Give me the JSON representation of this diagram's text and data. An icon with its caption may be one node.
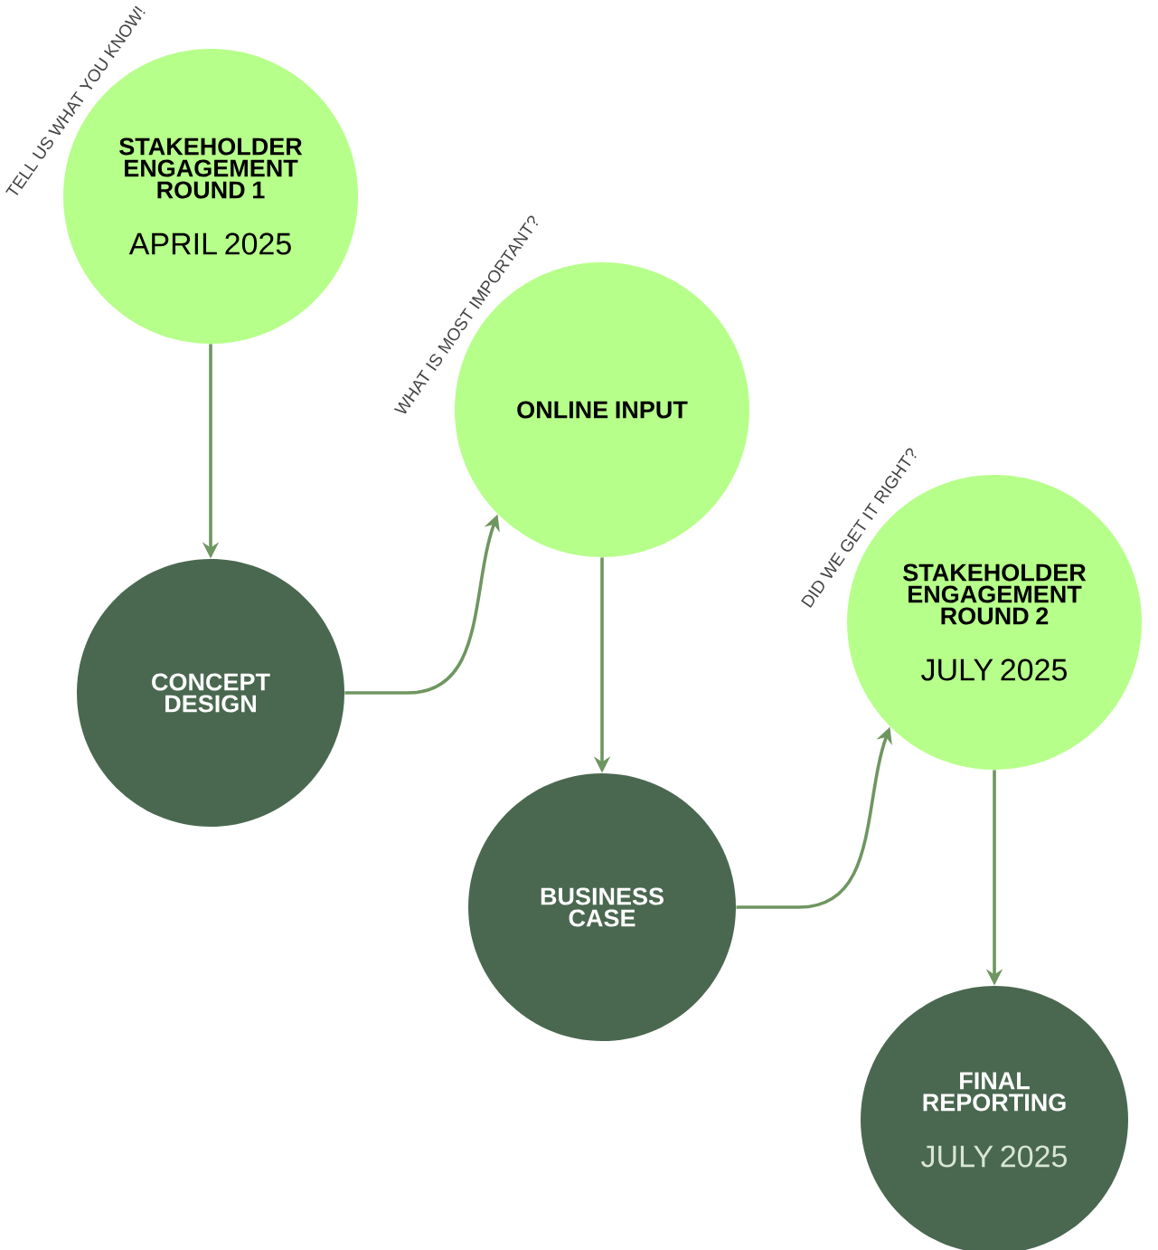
{
  "diagram": {
    "nodes": [
      {
        "text": [
          "STAKEHOLDER ENGAGEMENT ROUND 1",
          "APRIL 2025"
        ],
        "beside": [
          "TELL US WHAT YOU KNOW!"
        ]
      },
      {
        "text": [
          "CONCEPT DESIGN"
        ]
      },
      {
        "text": [
          "ONLINE INPUT"
        ],
        "beside": [
          "WHAT IS MOST IMPORTANT?"
        ]
      },
      {
        "text": [
          "BUSINESS CASE"
        ]
      },
      {
        "text": [
          "STAKEHOLDER ENGAGEMENT ROUND 2",
          "JULY 2025"
        ],
        "beside": [
          "DID WE GET IT RIGHT?"
        ]
      },
      {
        "text": [
          "FINAL REPORTING",
          "JULY 2025"
        ]
      }
    ],
    "edges": [
      {
        "from": 0,
        "to": 1,
        "arrow": "to"
      },
      {
        "from": 1,
        "to": 2,
        "arrow": "to"
      },
      {
        "from": 2,
        "to": 3,
        "arrow": "to"
      },
      {
        "from": 3,
        "to": 4,
        "arrow": "to"
      },
      {
        "from": 4,
        "to": 5,
        "arrow": "to"
      }
    ]
  }
}
